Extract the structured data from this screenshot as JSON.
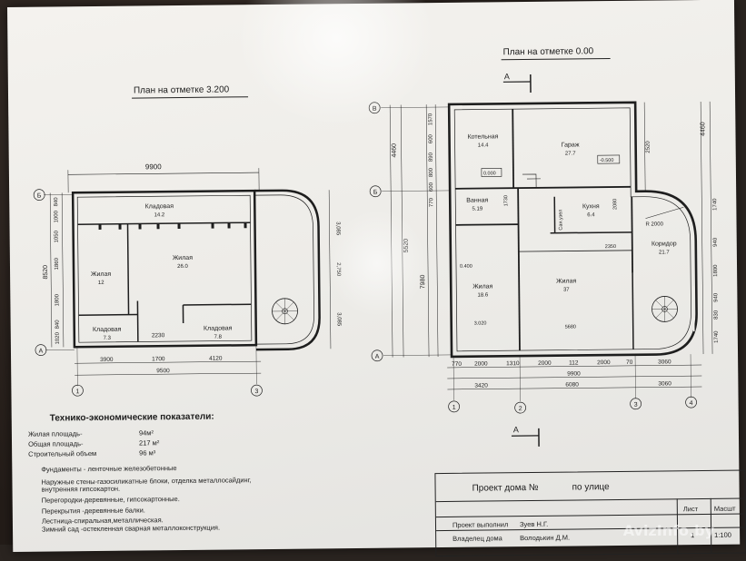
{
  "titles": {
    "upper_plan": "План на отметке  3.200",
    "ground_plan": "План на отметке  0.00"
  },
  "section_marks": [
    "А",
    "А"
  ],
  "upper_plan": {
    "overall_width": "9900",
    "overall_depth": "8520",
    "right_dims": [
      "3,085",
      "2,750",
      "3,085"
    ],
    "left_dims": [
      "840",
      "1000",
      "1050",
      "1860",
      "1800",
      "840",
      "1020"
    ],
    "bottom_dims": [
      "3900",
      "1700",
      "4120"
    ],
    "bottom_total": "9500",
    "inner_dim": "2230",
    "axes_rows": [
      "Б",
      "А"
    ],
    "axes_cols": [
      "1",
      "3"
    ],
    "rooms": [
      {
        "name": "Кладовая",
        "area": "14.2"
      },
      {
        "name": "Жилая",
        "area": "26.0"
      },
      {
        "name": "Жилая",
        "area": "12"
      },
      {
        "name": "Кладовая",
        "area": "7.3"
      },
      {
        "name": "Кладовая",
        "area": "7.8"
      }
    ]
  },
  "ground_plan": {
    "left_dims": [
      "4460",
      "5520",
      "7980"
    ],
    "left_small": [
      "1570",
      "600",
      "890",
      "800",
      "600",
      "770"
    ],
    "right_dims": [
      "4460",
      "2520",
      "1740",
      "940",
      "1800",
      "940",
      "830",
      "1740"
    ],
    "bottom_row1": [
      "770",
      "2000",
      "1310",
      "2000",
      "112",
      "2000",
      "70",
      "3060"
    ],
    "bottom_total": "9900",
    "bottom_row2": [
      "3420",
      "6080",
      "3060"
    ],
    "inner_dims": [
      "3.020",
      "5680",
      "2350",
      "2080",
      "0.400",
      "1730"
    ],
    "radius": "R 2000",
    "levels": [
      "0.000",
      "-0.500"
    ],
    "axes_rows": [
      "В",
      "Б",
      "А"
    ],
    "axes_cols": [
      "1",
      "2",
      "3",
      "4"
    ],
    "rooms": [
      {
        "name": "Котельная",
        "area": "14.4"
      },
      {
        "name": "Гараж",
        "area": "27.7"
      },
      {
        "name": "Ванная",
        "area": "5.19"
      },
      {
        "name": "Кухня",
        "area": "6.4"
      },
      {
        "name": "Жилая",
        "area": "18.6"
      },
      {
        "name": "Жилая",
        "area": "37"
      },
      {
        "name": "Коридор",
        "area": "21.7"
      }
    ],
    "san_label": "Сан.узел"
  },
  "tep": {
    "title": "Технико-экономические  показатели:",
    "rows": [
      {
        "label": "Жилая площадь-",
        "value": "94м²"
      },
      {
        "label": "Общая площадь-",
        "value": "217 м²"
      },
      {
        "label": "Строительный объем",
        "value": "96 м³"
      }
    ]
  },
  "notes": [
    "Фундаменты - ленточные железобетонные",
    "Наружные стены-газосиликатные  блоки, отделка  металлосайдинг,",
    "  внутренняя гипсокартон.",
    "Перегородки-деревянные, гипсокартонные.",
    "Перекрытия -деревянные балки.",
    "Лестница-спиральная,металлическая.",
    "Зимний сад -остекленная сварная  металлоконструкция."
  ],
  "stamp": {
    "project": "Проект дома №",
    "street": "по улице",
    "performed_label": "Проект выполнил",
    "performed_name": "Зуев Н.Г.",
    "owner_label": "Владелец дома",
    "owner_name": "Володькин Д.М.",
    "sheet_label": "Лист",
    "scale_label": "Масшт",
    "sheet_no": "1",
    "scale_val": "1:100"
  },
  "watermark": "AvizInfo.by"
}
